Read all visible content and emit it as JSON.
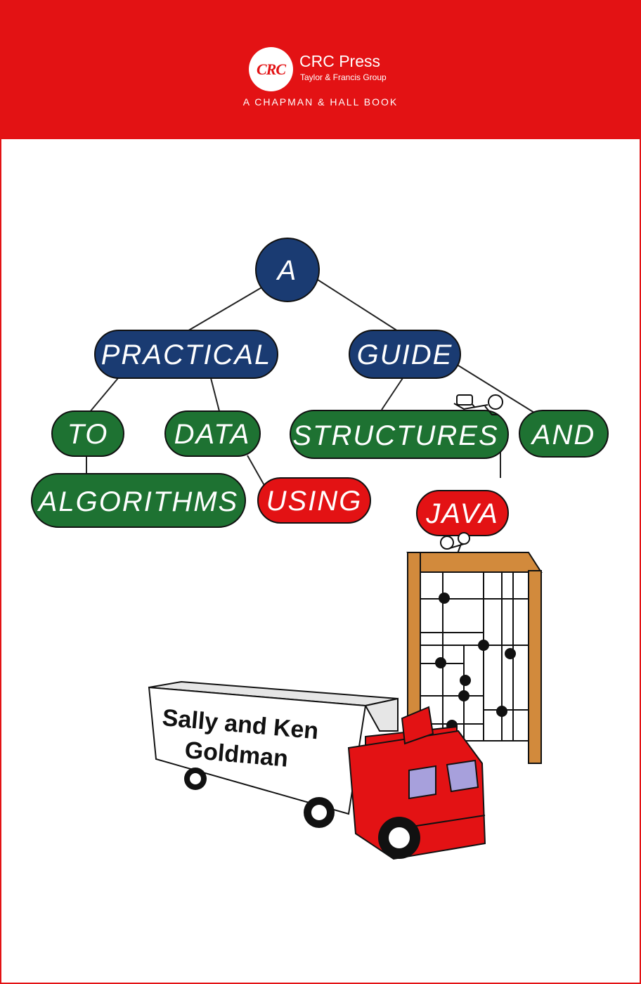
{
  "header": {
    "logo_text": "CRC",
    "publisher": "CRC Press",
    "publisher_group": "Taylor & Francis Group",
    "imprint": "A CHAPMAN & HALL BOOK"
  },
  "title_tree": {
    "nodes": [
      "A",
      "PRACTICAL",
      "GUIDE",
      "TO",
      "DATA",
      "STRUCTURES",
      "AND",
      "ALGORITHMS",
      "USING",
      "JAVA"
    ]
  },
  "authors": {
    "line1": "Sally and Ken",
    "line2": "Goldman"
  },
  "colors": {
    "brand_red": "#e31214",
    "node_blue": "#1a3b72",
    "node_green": "#1e7232",
    "node_red": "#e31214",
    "shelf_wood": "#d28a3c"
  }
}
